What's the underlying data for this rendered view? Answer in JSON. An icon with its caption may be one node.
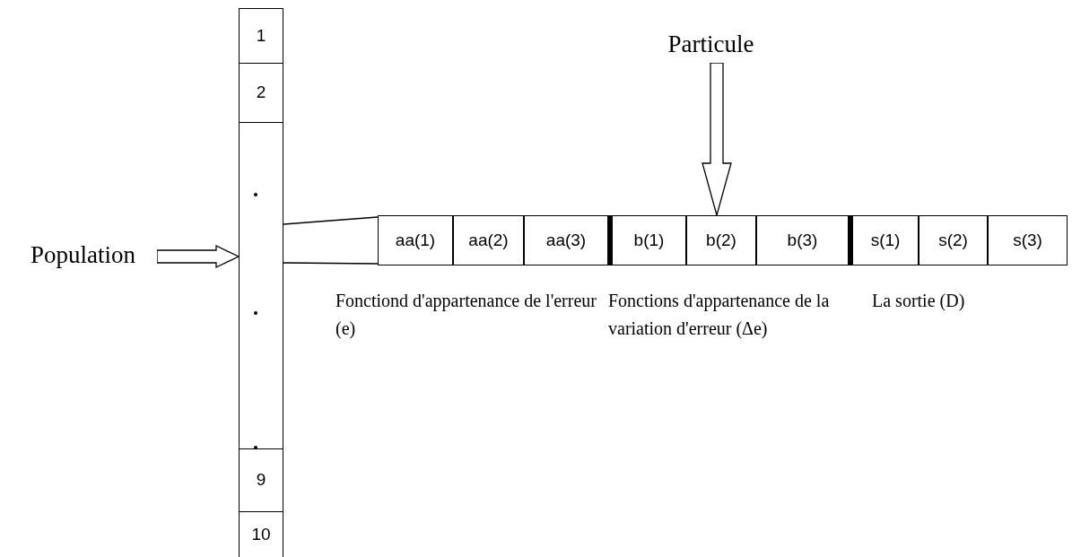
{
  "diagram": {
    "nodes": [
      {
        "text": [
          "Population"
        ]
      },
      {
        "text": [
          "1"
        ]
      },
      {
        "text": [
          "2"
        ]
      },
      {
        "text": [],
        "shape": "box"
      },
      {
        "text": [
          "9"
        ]
      },
      {
        "text": [
          "10"
        ]
      },
      {
        "text": [
          "Particule"
        ]
      },
      {
        "text": [],
        "shape": "bar"
      },
      {
        "text": [
          "aa(1)"
        ],
        "in": 7
      },
      {
        "text": [
          "aa(2)"
        ],
        "in": 7
      },
      {
        "text": [
          "aa(3)"
        ],
        "in": 7
      },
      {
        "text": [
          "b(1)"
        ],
        "in": 7
      },
      {
        "text": [
          "b(2)"
        ],
        "in": 7
      },
      {
        "text": [
          "b(3)"
        ],
        "in": 7
      },
      {
        "text": [
          "s(1)"
        ],
        "in": 7
      },
      {
        "text": [
          "s(2)"
        ],
        "in": 7
      },
      {
        "text": [
          "s(3)"
        ],
        "in": 7
      }
    ],
    "edges": [
      {
        "from": 0,
        "to": 3,
        "arrow": "to"
      },
      {
        "from": 3,
        "to": 7,
        "arrow": "none"
      },
      {
        "from": 3,
        "to": 7,
        "arrow": "none"
      },
      {
        "from": 6,
        "to": 12,
        "arrow": "to"
      }
    ],
    "labels": [
      "Fonctiond d'appartenance de l'erreur (e)",
      "Fonctions d'appartenance de la variation d'erreur (Δe)",
      "La sortie (D)"
    ]
  }
}
